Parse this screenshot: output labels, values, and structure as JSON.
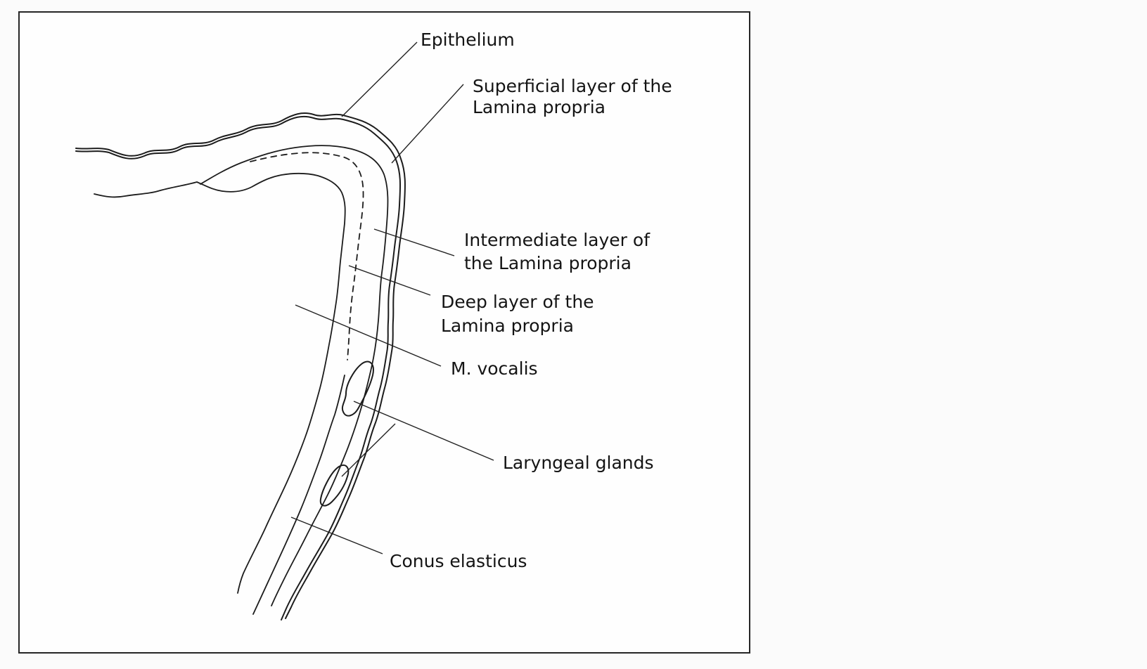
{
  "labels": {
    "epithelium": "Epithelium",
    "superficial_line1": "Superficial layer of the",
    "superficial_line2": "Lamina propria",
    "intermediate_line1": "Intermediate layer of",
    "intermediate_line2": "the Lamina propria",
    "deep_line1": "Deep layer of the",
    "deep_line2": "Lamina propria",
    "vocalis": "M. vocalis",
    "glands": "Laryngeal glands",
    "conus": "Conus elasticus"
  }
}
